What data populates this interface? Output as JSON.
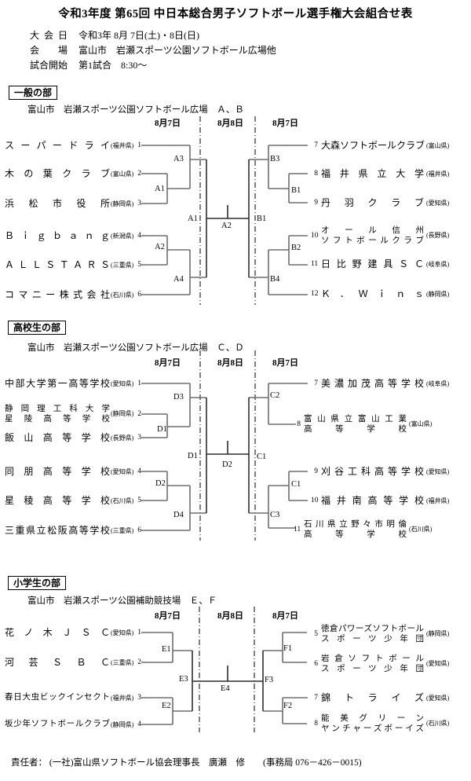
{
  "title": "令和3年度 第65回 中日本総合男子ソフトボール選手権大会組合せ表",
  "info": [
    {
      "label": "大会日",
      "value": "令和3年 8月 7日(土)・8日(日)"
    },
    {
      "label": "会場",
      "value": "富山市　岩瀬スポーツ公園ソフトボール広場他"
    },
    {
      "label": "試合開始",
      "value": "第1試合　8:30～"
    }
  ],
  "sections": [
    {
      "label": "一般の部",
      "venue": "富山市　岩瀬スポーツ公園ソフトボール広場　Ａ、Ｂ",
      "dates": [
        "8月7日",
        "8月8日",
        "8月7日"
      ],
      "left": [
        {
          "name": "スーパードライ",
          "pref": "(福井県)",
          "seed": "1"
        },
        {
          "name": "木の葉クラブ",
          "pref": "(富山県)",
          "seed": "2"
        },
        {
          "name": "浜松市役所",
          "pref": "(静岡県)",
          "seed": "3"
        },
        {
          "name": "Ｂｉｇｂａｎｇ",
          "pref": "(新潟県)",
          "seed": "4"
        },
        {
          "name": "ＡＬＬＳＴＡＲＳ",
          "pref": "(三重県)",
          "seed": "5"
        },
        {
          "name": "コマニー株式会社",
          "pref": "(石川県)",
          "seed": "6"
        }
      ],
      "right": [
        {
          "seed": "7",
          "name": "大森ソフトボールクラブ",
          "pref": "(富山県)"
        },
        {
          "seed": "8",
          "name": "福井県立大学",
          "pref": "(福井県)"
        },
        {
          "seed": "9",
          "name": "丹羽クラブ",
          "pref": "(愛知県)"
        },
        {
          "seed": "10",
          "name": "オール信州",
          "name2": "ソフトボールクラブ",
          "pref": "(長野県)"
        },
        {
          "seed": "11",
          "name": "日比野建具ＳＣ",
          "pref": "(岐阜県)"
        },
        {
          "seed": "12",
          "name": "Ｋ．Ｗｉｎｓ",
          "pref": "(静岡県)"
        }
      ],
      "matches": {
        "m1": "A1",
        "m2": "A2",
        "m3": "A3",
        "m4": "A4",
        "m5": "B1",
        "m6": "B2",
        "m7": "B3",
        "m8": "B4",
        "semi_left": "A1",
        "semi_right": "B1",
        "final": "A2"
      }
    },
    {
      "label": "高校生の部",
      "venue": "富山市　岩瀬スポーツ公園ソフトボール広場　Ｃ、Ｄ",
      "dates": [
        "8月7日",
        "8月8日",
        "8月7日"
      ],
      "left": [
        {
          "name": "中部大学第一高等学校",
          "pref": "(愛知県)",
          "seed": "1"
        },
        {
          "name": "静岡理工科大学",
          "name2": "星陵高等学校",
          "pref": "(静岡県)",
          "seed": "2"
        },
        {
          "name": "飯山高等学校",
          "pref": "(長野県)",
          "seed": "3"
        },
        {
          "name": "同朋高等学校",
          "pref": "(愛知県)",
          "seed": "4"
        },
        {
          "name": "星稜高等学校",
          "pref": "(石川県)",
          "seed": "5"
        },
        {
          "name": "三重県立松阪高等学校",
          "pref": "(三重県)",
          "seed": "6"
        }
      ],
      "right": [
        {
          "seed": "7",
          "name": "美濃加茂高等学校",
          "pref": "(岐阜県)"
        },
        {
          "seed": "8",
          "name": "富山県立富山工業",
          "name2": "高等学校",
          "pref": "(富山県)"
        },
        {
          "seed": "9",
          "name": "刈谷工科高等学校",
          "pref": "(愛知県)"
        },
        {
          "seed": "10",
          "name": "福井南高等学校",
          "pref": "(福井県)"
        },
        {
          "seed": "11",
          "name": "石川県立野々市明倫",
          "name2": "高等学校",
          "pref": "(石川県)"
        }
      ],
      "matches": {
        "m1": "D1",
        "m2": "D2",
        "m3": "D3",
        "m4": "D4",
        "m5": "C1",
        "m6": "C2",
        "m7": "C3",
        "semi_left": "D1",
        "semi_right": "C1",
        "final": "D2"
      }
    },
    {
      "label": "小学生の部",
      "venue": "富山市　岩瀬スポーツ公園補助競技場　Ｅ、Ｆ",
      "dates": [
        "8月7日",
        "8月8日",
        "8月7日"
      ],
      "left": [
        {
          "name": "花ノ木ＪＳＣ",
          "pref": "(愛知県)",
          "seed": "1"
        },
        {
          "name": "河芸ＳＢＣ",
          "pref": "(三重県)",
          "seed": "2"
        },
        {
          "name": "春日大虫ビックインセクト",
          "pref": "(福井県)",
          "seed": "3"
        },
        {
          "name": "坂少年ソフトボールクラブ",
          "pref": "(静岡県)",
          "seed": "4"
        }
      ],
      "right": [
        {
          "seed": "5",
          "name": "徳倉パワーズソフトボール",
          "name2": "スポーツ少年団",
          "pref": "(静岡県)"
        },
        {
          "seed": "6",
          "name": "岩倉ソフトボール",
          "name2": "スポーツ少年団",
          "pref": "(愛知県)"
        },
        {
          "seed": "7",
          "name": "錦トライズ",
          "pref": "(愛知県)"
        },
        {
          "seed": "8",
          "name": "能美グリーン",
          "name2": "ヤンチャーズボーイズ",
          "pref": "(石川県)"
        }
      ],
      "matches": {
        "m1": "E1",
        "m2": "E2",
        "m5": "F1",
        "m6": "F2",
        "semi_left": "E3",
        "semi_right": "F3",
        "final": "E4"
      }
    }
  ],
  "footer": "責任者： (一社)富山県ソフトボール協会理事長　廣瀬　修　　(事務局 076－426－0015)",
  "colors": {
    "bracket_round1": "#6e6e6e",
    "bracket_finals": "#2e2e2e",
    "divider": "#000000"
  }
}
